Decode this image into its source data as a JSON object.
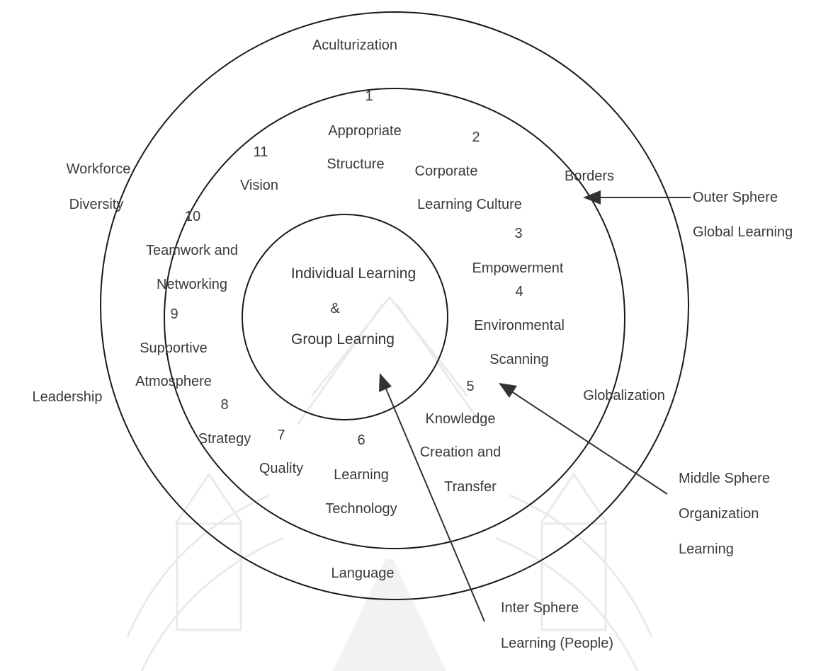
{
  "outer_sphere": {
    "top": "Aculturization",
    "left_top_1": "Workforce",
    "left_top_2": "Diversity",
    "left_bottom": "Leadership",
    "right_top": "Borders",
    "right_bottom": "Globalization",
    "bottom": "Language"
  },
  "middle_sphere": {
    "items": [
      {
        "num": "1",
        "line1": "Appropriate",
        "line2": "Structure"
      },
      {
        "num": "2",
        "line1": "Corporate",
        "line2": "Learning Culture"
      },
      {
        "num": "3",
        "line1": "Empowerment"
      },
      {
        "num": "4",
        "line1": "Environmental",
        "line2": "Scanning"
      },
      {
        "num": "5",
        "line1": "Knowledge",
        "line2": "Creation and",
        "line3": "Transfer"
      },
      {
        "num": "6",
        "line1": "Learning",
        "line2": "Technology"
      },
      {
        "num": "7",
        "line1": "Quality"
      },
      {
        "num": "8",
        "line1": "Strategy"
      },
      {
        "num": "9",
        "line1": "Supportive",
        "line2": "Atmosphere"
      },
      {
        "num": "10",
        "line1": "Teamwork and",
        "line2": "Networking"
      },
      {
        "num": "11",
        "line1": "Vision"
      }
    ]
  },
  "inner_sphere": {
    "line1": "Individual Learning",
    "line2": "&",
    "line3": "Group Learning"
  },
  "callouts": {
    "outer_1": "Outer Sphere",
    "outer_2": "Global Learning",
    "middle_1": "Middle Sphere",
    "middle_2": "Organization",
    "middle_3": "Learning",
    "inter_1": "Inter Sphere",
    "inter_2": "Learning (People)"
  }
}
